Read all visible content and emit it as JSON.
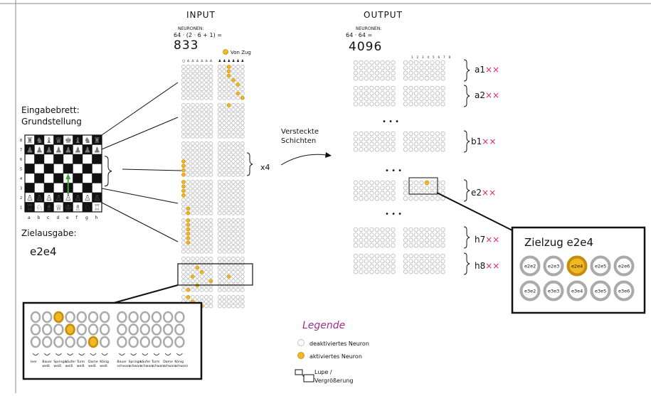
{
  "colors": {
    "neuron_off": "#bdbdbd",
    "neuron_on": "#f2b824",
    "pink": "#e0207a",
    "legend_title": "#9b2f8c"
  },
  "input": {
    "title": "INPUT",
    "neuron_label": "NEURONEN:",
    "formula": "64 · (2 · 6 + 1) =",
    "count": "833",
    "side_to_move_label": "Von Zug"
  },
  "output": {
    "title": "OUTPUT",
    "neuron_label": "NEURONEN:",
    "formula": "64 · 64 =",
    "count": "4096",
    "groups": [
      {
        "label": "a1",
        "marks": "××"
      },
      {
        "label": "a2",
        "marks": "××"
      },
      {
        "label": "b1",
        "marks": "××"
      },
      {
        "label": "e2",
        "marks": "××"
      },
      {
        "label": "h7",
        "marks": "××"
      },
      {
        "label": "h8",
        "marks": "××"
      }
    ],
    "ellipsis": "• • •"
  },
  "board": {
    "title_line1": "Eingabebrett:",
    "title_line2": "Grundstellung",
    "files": [
      "a",
      "b",
      "c",
      "d",
      "e",
      "f",
      "g",
      "h"
    ],
    "ranks": [
      "8",
      "7",
      "6",
      "5",
      "4",
      "3",
      "2",
      "1"
    ]
  },
  "target": {
    "label": "Zielausgabe:",
    "move": "e2e4"
  },
  "hidden": {
    "label_line1": "Versteckte",
    "label_line2": "Schichten",
    "multiplier": "x4"
  },
  "zoom_output": {
    "title": "Zielzug e2e4",
    "row1": [
      "e2e2",
      "e2e3",
      "e2e4",
      "e2e5",
      "e2e6"
    ],
    "row2": [
      "e3e2",
      "e3e3",
      "e3e4",
      "e3e5",
      "e3e6"
    ],
    "active": "e2e4"
  },
  "zoom_input": {
    "labels": [
      "leer",
      "Bauer weiß",
      "Springer weiß",
      "Läufer weiß",
      "Turm weiß",
      "Dame weiß",
      "König weiß",
      "Bauer schwarz",
      "Springer schwarz",
      "Läufer schwarz",
      "Turm schwarz",
      "Dame schwarz",
      "König schwarz"
    ]
  },
  "legend": {
    "title": "Legende",
    "inactive": "deaktiviertes Neuron",
    "active": "aktiviertes Neuron",
    "zoom_line1": "Lupe /",
    "zoom_line2": "Vergrößerung"
  }
}
